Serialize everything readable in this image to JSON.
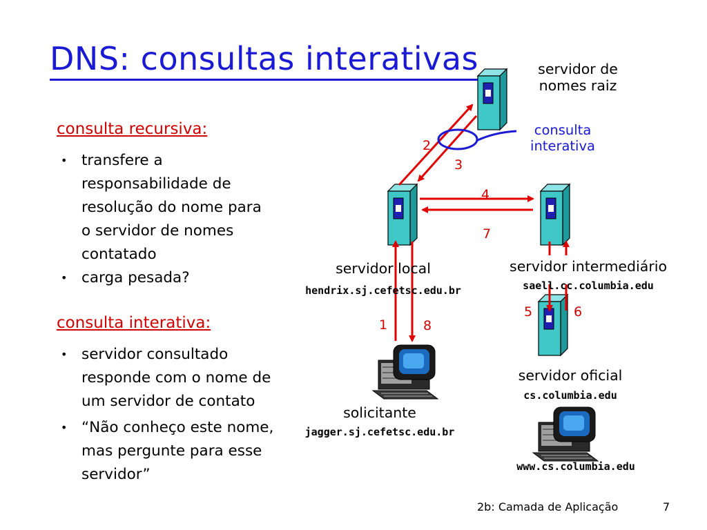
{
  "slide": {
    "title": "DNS: consultas interativas",
    "footer": "2b: Camada de Aplicação",
    "page_number": "7"
  },
  "left": {
    "recursive": {
      "heading": "consulta recursiva:",
      "bullets": [
        "transfere a responsabilidade de resolução do nome para o servidor de nomes contatado",
        "carga pesada?"
      ]
    },
    "iterative": {
      "heading": "consulta interativa:",
      "bullets": [
        "servidor consultado responde com o nome de um servidor de contato",
        "“Não conheço este nome, mas pergunte para esse servidor”"
      ]
    }
  },
  "diagram": {
    "root_server": {
      "label_line1": "servidor de",
      "label_line2": "nomes raiz"
    },
    "callout": {
      "line1": "consulta",
      "line2": "interativa"
    },
    "local_server": {
      "label": "servidor local",
      "host": "hendrix.sj.cefetsc.edu.br"
    },
    "intermediate_server": {
      "label": "servidor intermediário",
      "host": "saell.cc.columbia.edu"
    },
    "authoritative_server": {
      "label": "servidor oficial",
      "host": "cs.columbia.edu"
    },
    "requester": {
      "label": "solicitante",
      "host": "jagger.sj.cefetsc.edu.br"
    },
    "target_host": {
      "host": "www.cs.columbia.edu"
    },
    "step_numbers": [
      "1",
      "2",
      "3",
      "4",
      "5",
      "6",
      "7",
      "8"
    ],
    "colors": {
      "title": "#1a1ad4",
      "heading": "#d00000",
      "arrow": "#e00000",
      "server": "#40c8c8",
      "callout": "#1a1ad4"
    }
  }
}
